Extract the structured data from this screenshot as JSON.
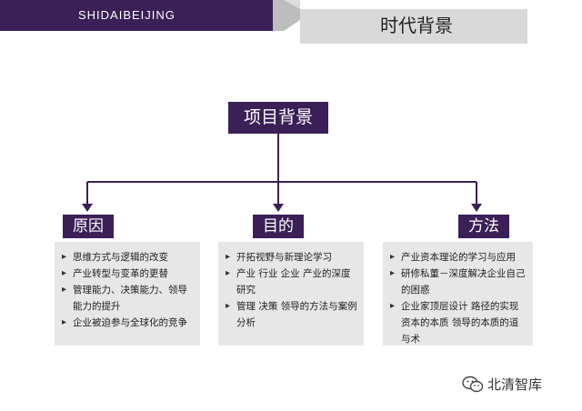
{
  "header": {
    "code": "SHIDAIBEIJING",
    "title": "时代背景",
    "band_color": "#3b1f57",
    "plate_color": "#dcdcdc"
  },
  "root": {
    "label": "项目背景"
  },
  "categories": [
    {
      "label": "原因",
      "items": [
        "思维方式与逻辑的改变",
        "产业转型与变革的更替",
        "管理能力、决策能力、领导能力的提升",
        "企业被迫参与全球化的竞争"
      ]
    },
    {
      "label": "目的",
      "items": [
        "开拓视野与新理论学习",
        "产业 行业 企业 产业的深度研究",
        "管理 决策 领导的方法与案例分析"
      ]
    },
    {
      "label": "方法",
      "items": [
        "产业资本理论的学习与应用",
        "研修私董－深度解决企业自己的困惑",
        "企业家顶层设计 路径的实现 资本的本质 领导的本质的道与术"
      ]
    }
  ],
  "watermark": {
    "text": "北清智库",
    "icon": "wechat-icon"
  },
  "colors": {
    "accent": "#3b1f57",
    "panel": "#e7e7e7"
  }
}
